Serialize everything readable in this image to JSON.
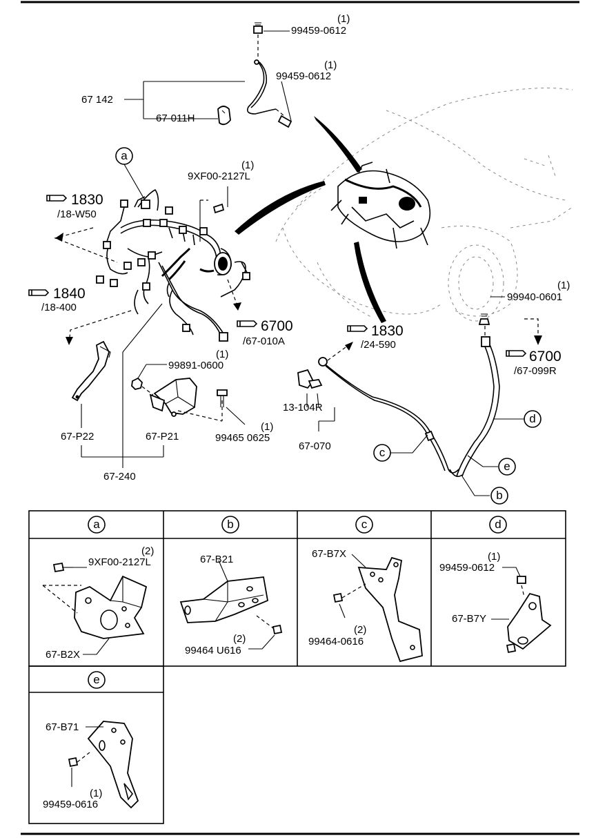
{
  "main_labels": {
    "bolt_top": "99459-0612",
    "bolt_top_qty": "(1)",
    "bolt_second": "99459-0612",
    "bolt_second_qty": "(1)",
    "part_67142": "67 142",
    "part_67011h": "67-011H",
    "circle_a": "a",
    "bolt_9xf00": "9XF00-2127L",
    "bolt_9xf00_qty": "(1)",
    "ref_1830_a": "1830",
    "ref_1830_a_sub": "/18-W50",
    "ref_1840": "1840",
    "ref_1840_sub": "/18-400",
    "ref_6700_a": "6700",
    "ref_6700_a_sub": "/67-010A",
    "ref_1830_b": "1830",
    "ref_1830_b_sub": "/24-590",
    "ref_6700_b": "6700",
    "ref_6700_b_sub": "/67-099R",
    "bolt_99940": "99940-0601",
    "bolt_99940_qty": "(1)",
    "nut_99891": "99891-0600",
    "nut_99891_qty": "(1)",
    "bolt_99465": "99465 0625",
    "bolt_99465_qty": "(1)",
    "part_67p22": "67-P22",
    "part_67p21": "67-P21",
    "part_67240": "67-240",
    "part_13104r": "13-104R",
    "part_67070": "67-070",
    "circle_c": "c",
    "circle_d": "d",
    "circle_e": "e",
    "circle_b": "b"
  },
  "detail_panels": [
    {
      "letter": "a",
      "part": "67-B2X",
      "bolt": "9XF00-2127L",
      "qty": "(2)"
    },
    {
      "letter": "b",
      "part": "67-B21",
      "bolt": "99464 U616",
      "qty": "(2)"
    },
    {
      "letter": "c",
      "part": "67-B7X",
      "bolt": "99464-0616",
      "qty": "(2)"
    },
    {
      "letter": "d",
      "part": "67-B7Y",
      "bolt": "99459-0612",
      "qty": "(1)"
    },
    {
      "letter": "e",
      "part": "67-B71",
      "bolt": "99459-0616",
      "qty": "(1)"
    }
  ]
}
